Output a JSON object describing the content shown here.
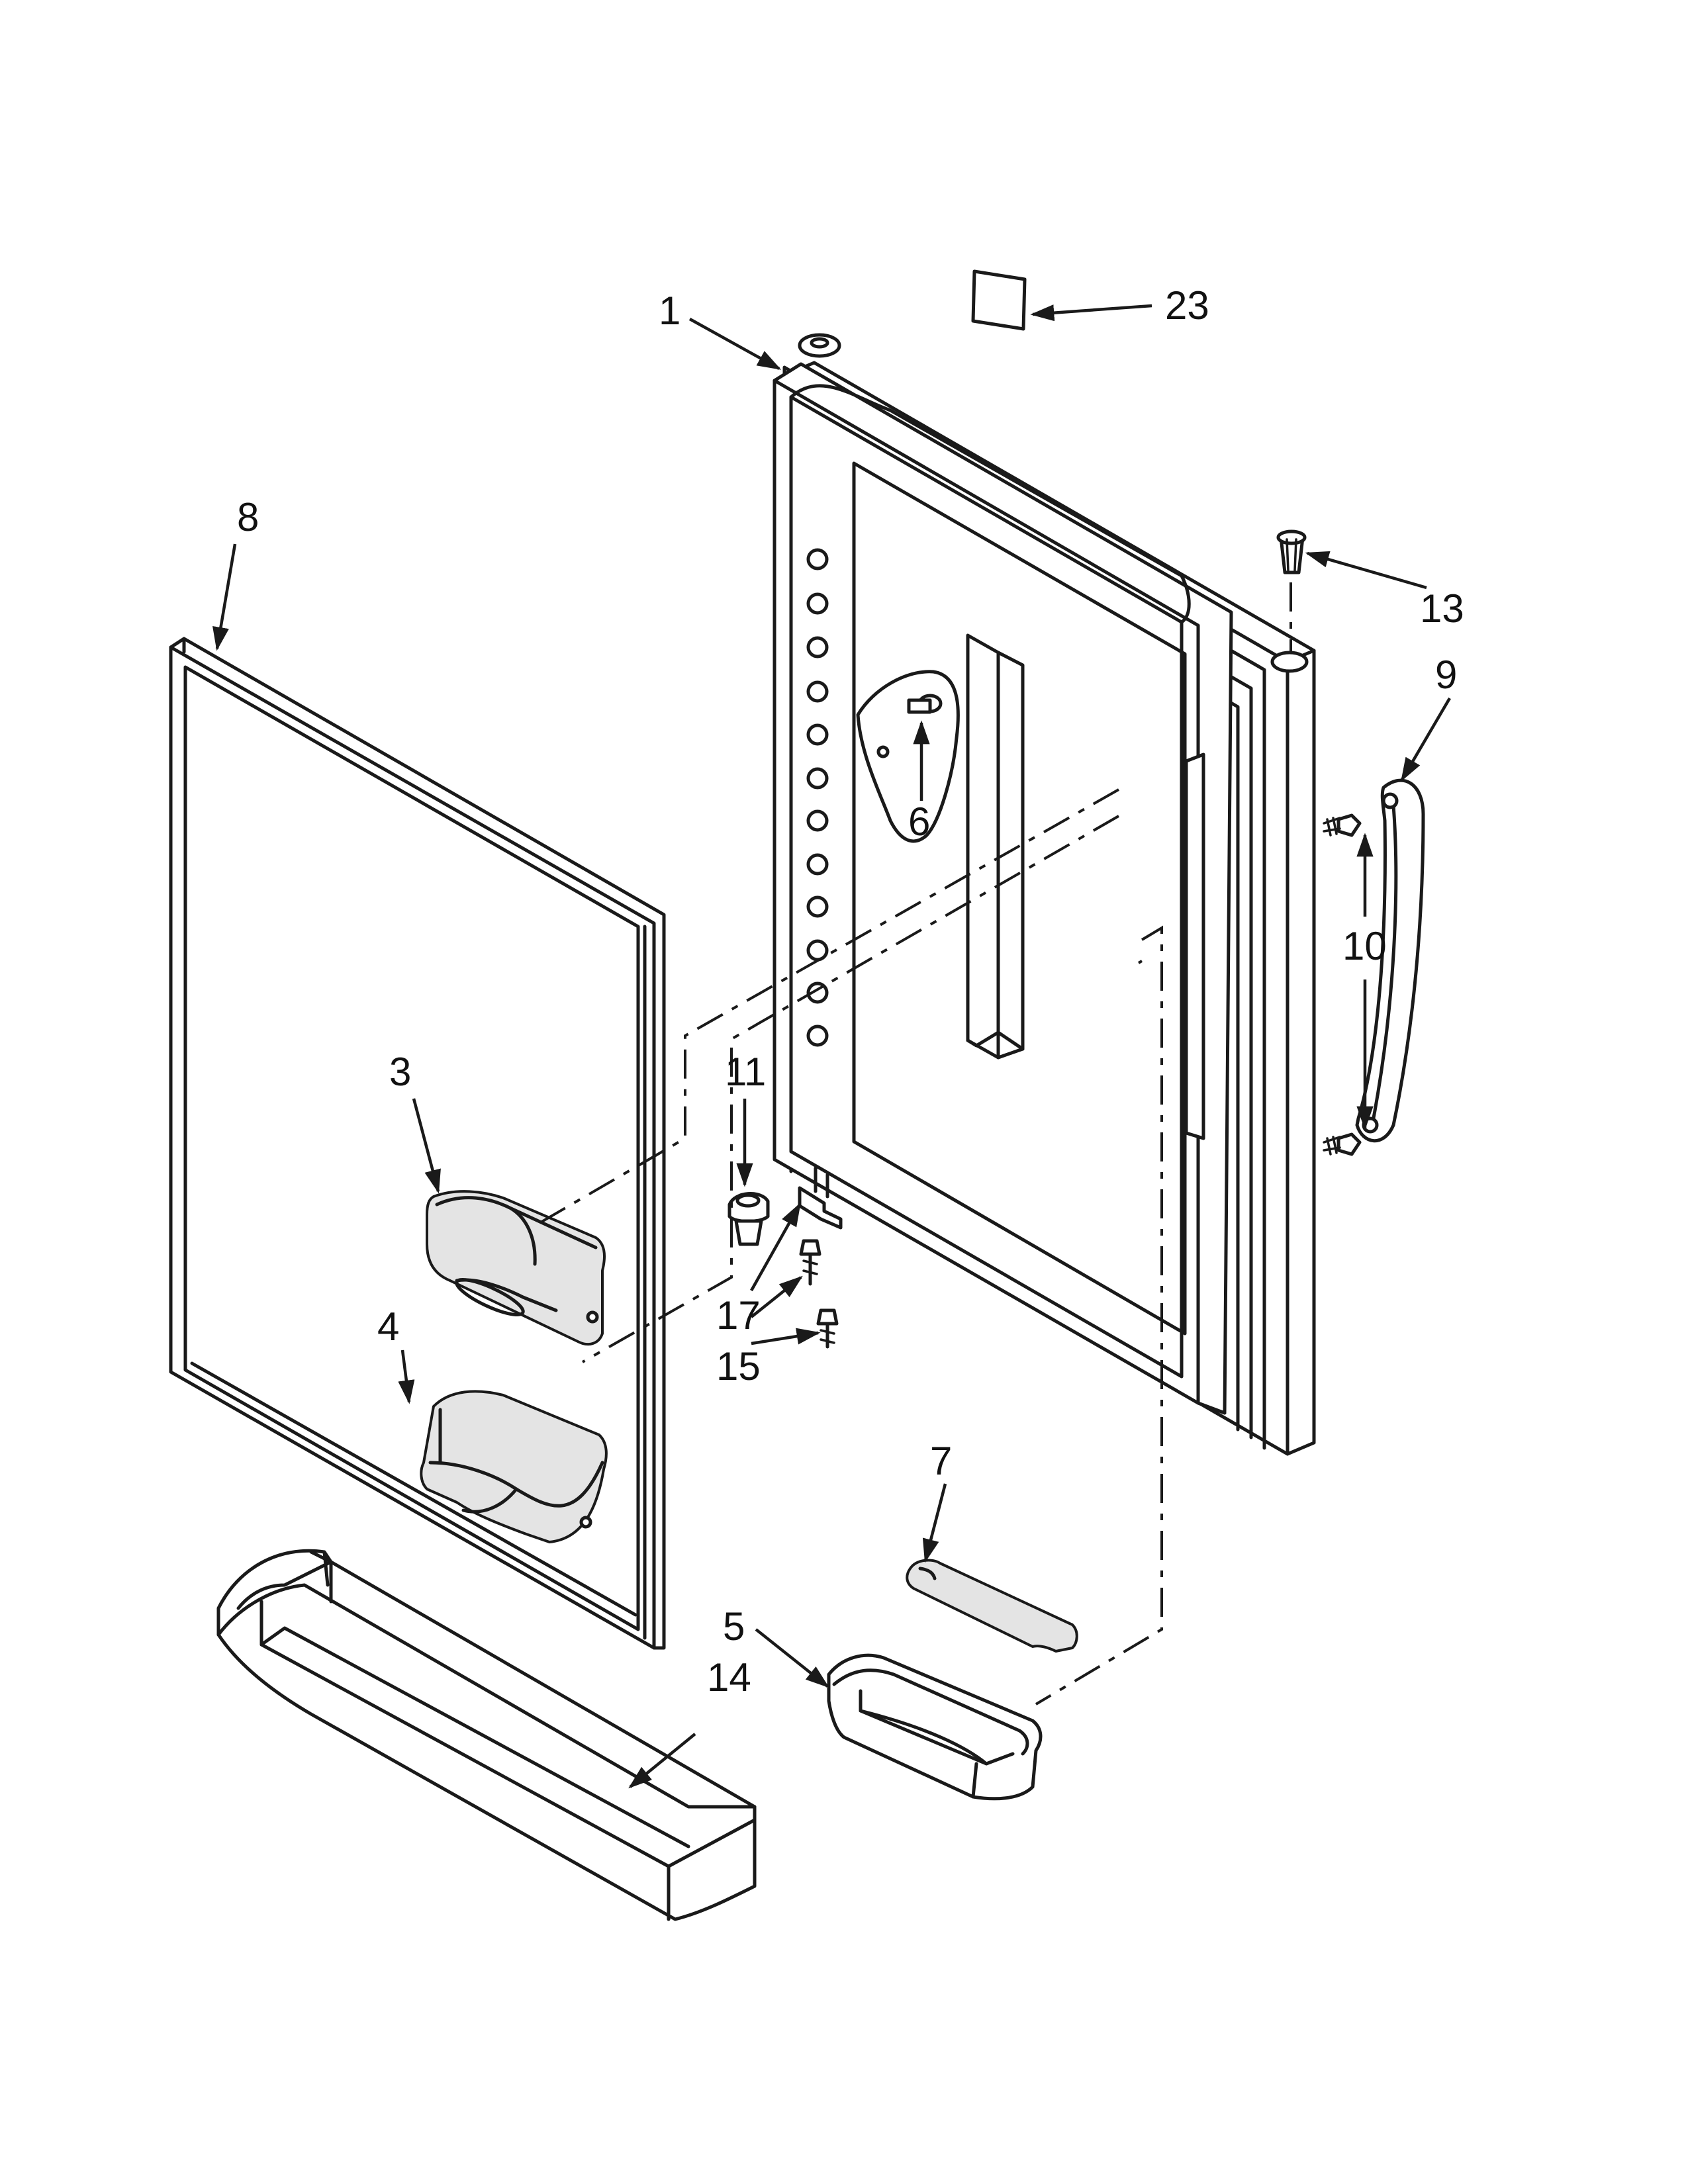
{
  "diagram": {
    "callouts": {
      "p1": "1",
      "p3": "3",
      "p4": "4",
      "p5": "5",
      "p6": "6",
      "p7": "7",
      "p8": "8",
      "p9": "9",
      "p10": "10",
      "p11": "11",
      "p13": "13",
      "p14": "14",
      "p15": "15",
      "p17": "17",
      "p23": "23"
    },
    "colors": {
      "line": "#1a1a1a",
      "background": "#ffffff",
      "shade": "#e4e4e4"
    }
  }
}
